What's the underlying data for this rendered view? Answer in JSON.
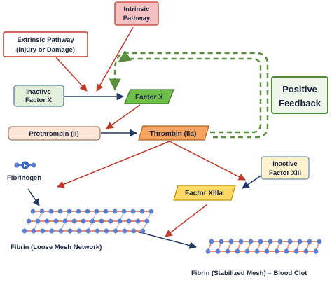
{
  "nodes": {
    "intrinsic": {
      "line1": "Intrinsic",
      "line2": "Pathway"
    },
    "extrinsic": {
      "line1": "Extrinsic Pathway",
      "line2": "(Injury or Damage)"
    },
    "inactive_factor_x": {
      "line1": "Inactive",
      "line2": "Factor X"
    },
    "factor_x": {
      "label": "Factor X"
    },
    "positive_feedback": {
      "line1": "Positive",
      "line2": "Feedback"
    },
    "prothrombin": {
      "label": "Prothrombin (II)"
    },
    "thrombin": {
      "label": "Thrombin (IIa)"
    },
    "inactive_factor_xiii": {
      "line1": "Inactive",
      "line2": "Factor XIII"
    },
    "factor_xiiia": {
      "label": "Factor XIIIa"
    },
    "fibrinogen": {
      "label": "Fibrinogen",
      "center_letter": "E"
    },
    "fibrin_loose": {
      "label": "Fibrin (Loose Mesh Network)"
    },
    "fibrin_stabilized": {
      "label": "Fibrin (Stabilized Mesh) = Blood Clot"
    }
  },
  "colors": {
    "intrinsic_fill": "#f4c0c0",
    "intrinsic_border": "#c0392b",
    "extrinsic_fill": "#ffffff",
    "extrinsic_border": "#c0392b",
    "inactive_x_fill": "#e2f0d9",
    "inactive_x_border": "#5b7fa6",
    "factor_x_fill": "#6fbf4a",
    "factor_x_border": "#3d7a2a",
    "feedback_fill": "#eef5e9",
    "feedback_border": "#4e8a3a",
    "feedback_text": "#1f3864",
    "prothrombin_fill": "#fbe5d6",
    "prothrombin_border": "#9e7b68",
    "thrombin_fill": "#f4a460",
    "thrombin_border": "#b5651d",
    "inactive_xiii_fill": "#fff2cc",
    "inactive_xiii_border": "#6f8fb5",
    "factor_xiiia_fill": "#ffd966",
    "factor_xiiia_border": "#bf9000",
    "red_arrow": "#c0392b",
    "navy_arrow": "#1f3864",
    "feedback_dash": "#5a8f3b",
    "mesh_node": "#5b7fd6",
    "mesh_link": "#e8906b",
    "mesh_tick": "#b0b0b0"
  }
}
